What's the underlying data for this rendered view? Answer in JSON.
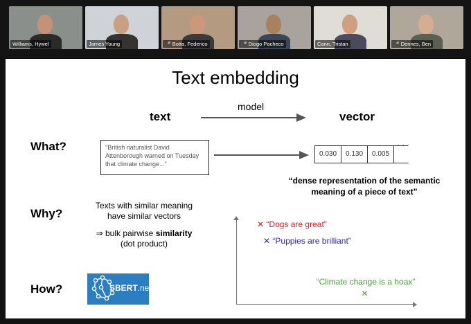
{
  "participants": [
    {
      "name": "Williams, Hywel",
      "muted": false,
      "active": true,
      "bg": "#8a8f8b",
      "skin": "#c49276",
      "shirt": "#2a2a2a"
    },
    {
      "name": "James Young",
      "muted": false,
      "active": false,
      "bg": "#cfd3d7",
      "skin": "#caa084",
      "shirt": "#34332f"
    },
    {
      "name": "Botta, Federico",
      "muted": true,
      "active": false,
      "bg": "#b59a82",
      "skin": "#c9997a",
      "shirt": "#3a3a3a"
    },
    {
      "name": "Diogo Pacheco",
      "muted": true,
      "active": false,
      "bg": "#a8a39c",
      "skin": "#a8825f",
      "shirt": "#3b4756"
    },
    {
      "name": "Cann, Tristan",
      "muted": false,
      "active": false,
      "bg": "#e0dcd6",
      "skin": "#cf9f80",
      "shirt": "#4a4c5e"
    },
    {
      "name": "Dennes, Ben",
      "muted": true,
      "active": false,
      "bg": "#b0a79b",
      "skin": "#d7ad92",
      "shirt": "#5a5f52"
    }
  ],
  "slide": {
    "title": "Text embedding",
    "header_text": "text",
    "header_model": "model",
    "header_vector": "vector",
    "what_label": "What?",
    "why_label": "Why?",
    "how_label": "How?",
    "quote": "\"British naturalist David Attenborough warned on Tuesday that climate change...\"",
    "vector_values": [
      "0.030",
      "0.130",
      "0.005"
    ],
    "ellipsis_top": ". . .",
    "ellipsis_bottom": ". . .",
    "dense_line1": "“dense representation of the semantic",
    "dense_line2": "meaning of a piece of text”",
    "why_line1": "Texts with similar meaning",
    "why_line2": "have similar vectors",
    "why_line3_prefix": "⇒ bulk pairwise ",
    "why_line3_bold": "similarity",
    "why_line4": "(dot product)",
    "sbert_text": "SBERT",
    "sbert_suffix": ".net",
    "points": [
      {
        "label": "“Dogs are great”",
        "marker": "✕",
        "color": "#d32020"
      },
      {
        "label": "“Puppies are brilliant”",
        "marker": "✕",
        "color": "#2a2ab0"
      },
      {
        "label": "“Climate change is a hoax”",
        "marker": "✕",
        "color": "#4a9e3a"
      }
    ]
  }
}
